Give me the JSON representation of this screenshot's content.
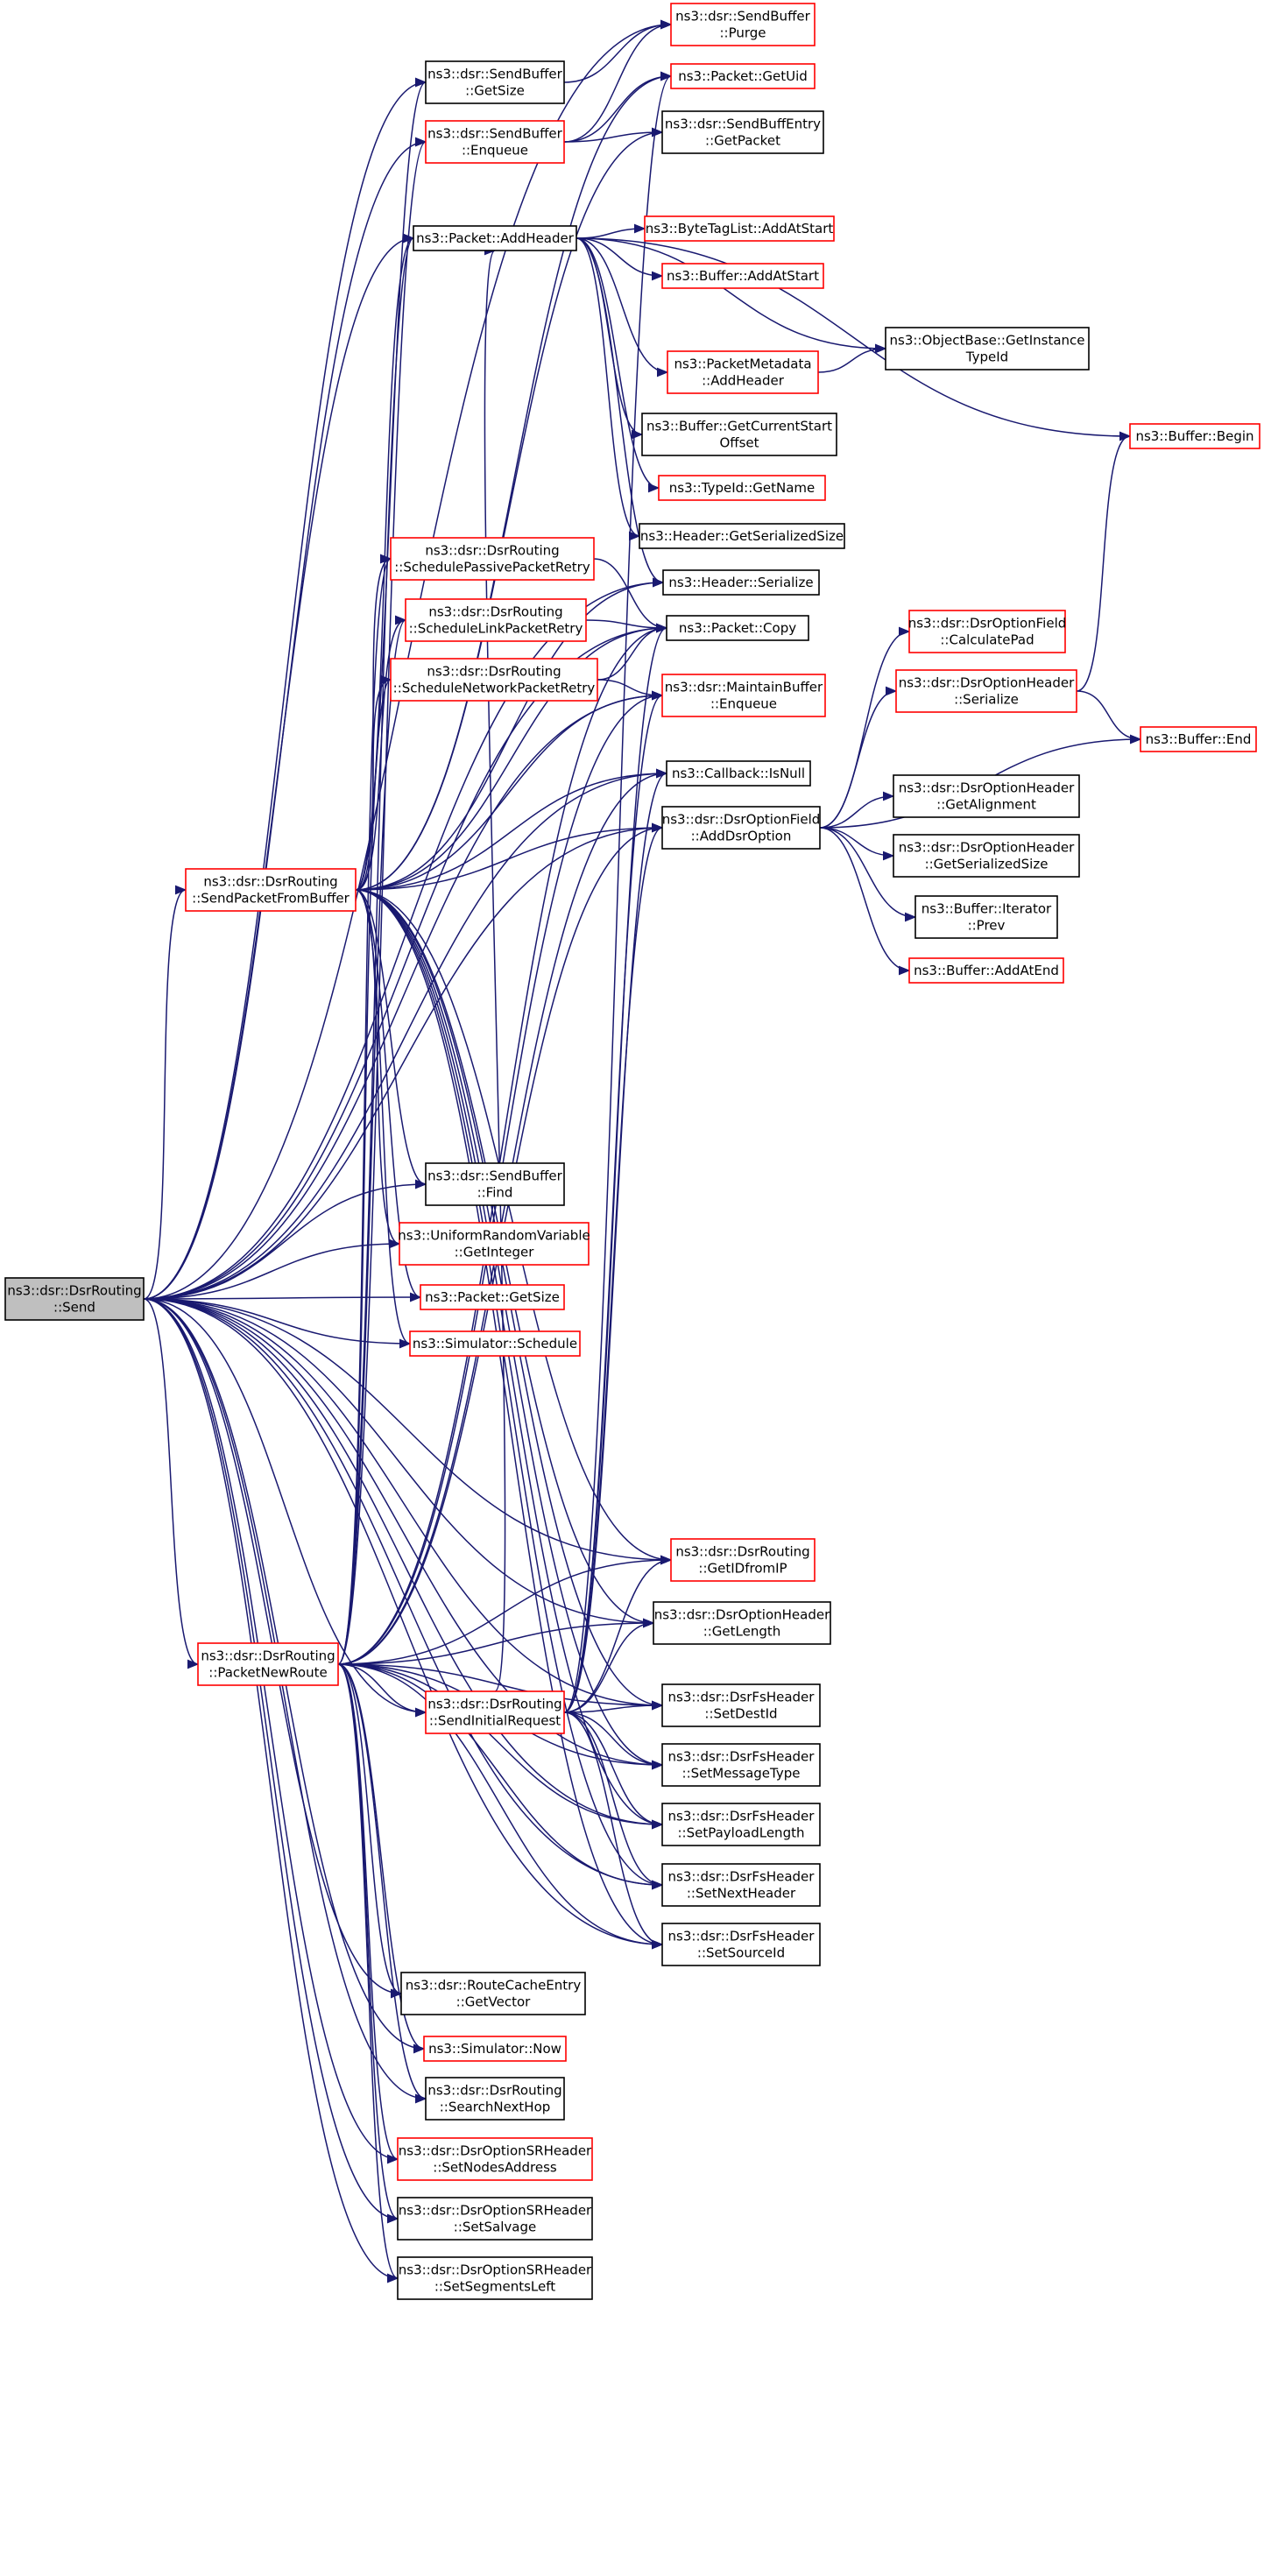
{
  "diagram": {
    "colors": {
      "edge": "#191970",
      "linked_border": "#ff0000",
      "plain_border": "#000000",
      "root_fill": "#bfbfbf"
    },
    "nodes": [
      {
        "id": "send",
        "lines": [
          "ns3::dsr::DsrRouting",
          "::Send"
        ],
        "style": "root"
      },
      {
        "id": "sb_getsize",
        "lines": [
          "ns3::dsr::SendBuffer",
          "::GetSize"
        ],
        "style": "plain"
      },
      {
        "id": "sb_purge",
        "lines": [
          "ns3::dsr::SendBuffer",
          "::Purge"
        ],
        "style": "red"
      },
      {
        "id": "pkt_getuid",
        "lines": [
          "ns3::Packet::GetUid"
        ],
        "style": "red"
      },
      {
        "id": "sb_enqueue",
        "lines": [
          "ns3::dsr::SendBuffer",
          "::Enqueue"
        ],
        "style": "red"
      },
      {
        "id": "sbe_getpacket",
        "lines": [
          "ns3::dsr::SendBuffEntry",
          "::GetPacket"
        ],
        "style": "plain"
      },
      {
        "id": "pkt_addheader",
        "lines": [
          "ns3::Packet::AddHeader"
        ],
        "style": "plain"
      },
      {
        "id": "btl_addatstart",
        "lines": [
          "ns3::ByteTagList::AddAtStart"
        ],
        "style": "red"
      },
      {
        "id": "buf_addatstart",
        "lines": [
          "ns3::Buffer::AddAtStart"
        ],
        "style": "red"
      },
      {
        "id": "ob_getinstancetypeid",
        "lines": [
          "ns3::ObjectBase::GetInstance",
          "TypeId"
        ],
        "style": "plain"
      },
      {
        "id": "pm_addheader",
        "lines": [
          "ns3::PacketMetadata",
          "::AddHeader"
        ],
        "style": "red"
      },
      {
        "id": "buf_begin",
        "lines": [
          "ns3::Buffer::Begin"
        ],
        "style": "red"
      },
      {
        "id": "buf_getcurrentstartoffset",
        "lines": [
          "ns3::Buffer::GetCurrentStart",
          "Offset"
        ],
        "style": "plain"
      },
      {
        "id": "typeid_getname",
        "lines": [
          "ns3::TypeId::GetName"
        ],
        "style": "red"
      },
      {
        "id": "hdr_getserializedsize",
        "lines": [
          "ns3::Header::GetSerializedSize"
        ],
        "style": "plain"
      },
      {
        "id": "schedule_passive",
        "lines": [
          "ns3::dsr::DsrRouting",
          "::SchedulePassivePacketRetry"
        ],
        "style": "red"
      },
      {
        "id": "hdr_serialize",
        "lines": [
          "ns3::Header::Serialize"
        ],
        "style": "plain"
      },
      {
        "id": "schedule_link",
        "lines": [
          "ns3::dsr::DsrRouting",
          "::ScheduleLinkPacketRetry"
        ],
        "style": "red"
      },
      {
        "id": "pkt_copy",
        "lines": [
          "ns3::Packet::Copy"
        ],
        "style": "plain"
      },
      {
        "id": "dof_calculatepad",
        "lines": [
          "ns3::dsr::DsrOptionField",
          "::CalculatePad"
        ],
        "style": "red"
      },
      {
        "id": "schedule_network",
        "lines": [
          "ns3::dsr::DsrRouting",
          "::ScheduleNetworkPacketRetry"
        ],
        "style": "red"
      },
      {
        "id": "mb_enqueue",
        "lines": [
          "ns3::dsr::MaintainBuffer",
          "::Enqueue"
        ],
        "style": "red"
      },
      {
        "id": "doh_serialize",
        "lines": [
          "ns3::dsr::DsrOptionHeader",
          "::Serialize"
        ],
        "style": "red"
      },
      {
        "id": "buf_end",
        "lines": [
          "ns3::Buffer::End"
        ],
        "style": "red"
      },
      {
        "id": "cb_isnull",
        "lines": [
          "ns3::Callback::IsNull"
        ],
        "style": "plain"
      },
      {
        "id": "doh_getalignment",
        "lines": [
          "ns3::dsr::DsrOptionHeader",
          "::GetAlignment"
        ],
        "style": "plain"
      },
      {
        "id": "dof_adddsroption",
        "lines": [
          "ns3::dsr::DsrOptionField",
          "::AddDsrOption"
        ],
        "style": "plain"
      },
      {
        "id": "doh_getserializedsize",
        "lines": [
          "ns3::dsr::DsrOptionHeader",
          "::GetSerializedSize"
        ],
        "style": "plain"
      },
      {
        "id": "send_from_buffer",
        "lines": [
          "ns3::dsr::DsrRouting",
          "::SendPacketFromBuffer"
        ],
        "style": "red"
      },
      {
        "id": "bi_prev",
        "lines": [
          "ns3::Buffer::Iterator",
          "::Prev"
        ],
        "style": "plain"
      },
      {
        "id": "buf_addatend",
        "lines": [
          "ns3::Buffer::AddAtEnd"
        ],
        "style": "red"
      },
      {
        "id": "sb_find",
        "lines": [
          "ns3::dsr::SendBuffer",
          "::Find"
        ],
        "style": "plain"
      },
      {
        "id": "urv_getinteger",
        "lines": [
          "ns3::UniformRandomVariable",
          "::GetInteger"
        ],
        "style": "red"
      },
      {
        "id": "pkt_getsize",
        "lines": [
          "ns3::Packet::GetSize"
        ],
        "style": "red"
      },
      {
        "id": "sim_schedule",
        "lines": [
          "ns3::Simulator::Schedule"
        ],
        "style": "red"
      },
      {
        "id": "dsr_getidfromip",
        "lines": [
          "ns3::dsr::DsrRouting",
          "::GetIDfromIP"
        ],
        "style": "red"
      },
      {
        "id": "doh_getlength",
        "lines": [
          "ns3::dsr::DsrOptionHeader",
          "::GetLength"
        ],
        "style": "plain"
      },
      {
        "id": "packet_new_route",
        "lines": [
          "ns3::dsr::DsrRouting",
          "::PacketNewRoute"
        ],
        "style": "red"
      },
      {
        "id": "send_initial_request",
        "lines": [
          "ns3::dsr::DsrRouting",
          "::SendInitialRequest"
        ],
        "style": "red"
      },
      {
        "id": "fs_setdestid",
        "lines": [
          "ns3::dsr::DsrFsHeader",
          "::SetDestId"
        ],
        "style": "plain"
      },
      {
        "id": "fs_setmessagetype",
        "lines": [
          "ns3::dsr::DsrFsHeader",
          "::SetMessageType"
        ],
        "style": "plain"
      },
      {
        "id": "fs_setpayloadlength",
        "lines": [
          "ns3::dsr::DsrFsHeader",
          "::SetPayloadLength"
        ],
        "style": "plain"
      },
      {
        "id": "fs_setnextheader",
        "lines": [
          "ns3::dsr::DsrFsHeader",
          "::SetNextHeader"
        ],
        "style": "plain"
      },
      {
        "id": "fs_setsourceid",
        "lines": [
          "ns3::dsr::DsrFsHeader",
          "::SetSourceId"
        ],
        "style": "plain"
      },
      {
        "id": "rce_getvector",
        "lines": [
          "ns3::dsr::RouteCacheEntry",
          "::GetVector"
        ],
        "style": "plain"
      },
      {
        "id": "sim_now",
        "lines": [
          "ns3::Simulator::Now"
        ],
        "style": "red"
      },
      {
        "id": "dsr_searchnexthop",
        "lines": [
          "ns3::dsr::DsrRouting",
          "::SearchNextHop"
        ],
        "style": "plain"
      },
      {
        "id": "dosr_setnodesaddress",
        "lines": [
          "ns3::dsr::DsrOptionSRHeader",
          "::SetNodesAddress"
        ],
        "style": "red"
      },
      {
        "id": "dosr_setsalvage",
        "lines": [
          "ns3::dsr::DsrOptionSRHeader",
          "::SetSalvage"
        ],
        "style": "plain"
      },
      {
        "id": "dosr_setsegmentsleft",
        "lines": [
          "ns3::dsr::DsrOptionSRHeader",
          "::SetSegmentsLeft"
        ],
        "style": "plain"
      }
    ],
    "edges": [
      [
        "send",
        "sb_getsize"
      ],
      [
        "send",
        "sb_purge"
      ],
      [
        "send",
        "sb_enqueue"
      ],
      [
        "send",
        "pkt_addheader"
      ],
      [
        "send",
        "send_from_buffer"
      ],
      [
        "send",
        "sb_find"
      ],
      [
        "send",
        "urv_getinteger"
      ],
      [
        "send",
        "pkt_getsize"
      ],
      [
        "send",
        "sim_schedule"
      ],
      [
        "send",
        "doh_getlength"
      ],
      [
        "send",
        "packet_new_route"
      ],
      [
        "send",
        "send_initial_request"
      ],
      [
        "send",
        "fs_setdestid"
      ],
      [
        "send",
        "fs_setmessagetype"
      ],
      [
        "send",
        "fs_setpayloadlength"
      ],
      [
        "send",
        "fs_setnextheader"
      ],
      [
        "send",
        "fs_setsourceid"
      ],
      [
        "send",
        "rce_getvector"
      ],
      [
        "send",
        "sim_now"
      ],
      [
        "send",
        "dsr_searchnexthop"
      ],
      [
        "send",
        "dosr_setnodesaddress"
      ],
      [
        "send",
        "dosr_setsalvage"
      ],
      [
        "send",
        "dosr_setsegmentsleft"
      ],
      [
        "send",
        "dof_adddsroption"
      ],
      [
        "send",
        "pkt_copy"
      ],
      [
        "send",
        "mb_enqueue"
      ],
      [
        "send",
        "cb_isnull"
      ],
      [
        "send",
        "hdr_serialize"
      ],
      [
        "send",
        "dsr_getidfromip"
      ],
      [
        "sb_getsize",
        "sb_purge"
      ],
      [
        "sb_enqueue",
        "pkt_getuid"
      ],
      [
        "sb_enqueue",
        "sbe_getpacket"
      ],
      [
        "sb_enqueue",
        "sb_purge"
      ],
      [
        "pkt_addheader",
        "btl_addatstart"
      ],
      [
        "pkt_addheader",
        "buf_addatstart"
      ],
      [
        "pkt_addheader",
        "ob_getinstancetypeid"
      ],
      [
        "pkt_addheader",
        "pm_addheader"
      ],
      [
        "pkt_addheader",
        "buf_begin"
      ],
      [
        "pkt_addheader",
        "buf_getcurrentstartoffset"
      ],
      [
        "pkt_addheader",
        "typeid_getname"
      ],
      [
        "pkt_addheader",
        "hdr_getserializedsize"
      ],
      [
        "pkt_addheader",
        "hdr_serialize"
      ],
      [
        "pm_addheader",
        "ob_getinstancetypeid"
      ],
      [
        "send_from_buffer",
        "sb_getsize"
      ],
      [
        "send_from_buffer",
        "pkt_getuid"
      ],
      [
        "send_from_buffer",
        "sbe_getpacket"
      ],
      [
        "send_from_buffer",
        "pkt_addheader"
      ],
      [
        "send_from_buffer",
        "schedule_passive"
      ],
      [
        "send_from_buffer",
        "schedule_link"
      ],
      [
        "send_from_buffer",
        "schedule_network"
      ],
      [
        "send_from_buffer",
        "pkt_copy"
      ],
      [
        "send_from_buffer",
        "mb_enqueue"
      ],
      [
        "send_from_buffer",
        "cb_isnull"
      ],
      [
        "send_from_buffer",
        "dof_adddsroption"
      ],
      [
        "send_from_buffer",
        "sb_find"
      ],
      [
        "send_from_buffer",
        "urv_getinteger"
      ],
      [
        "send_from_buffer",
        "pkt_getsize"
      ],
      [
        "send_from_buffer",
        "sim_schedule"
      ],
      [
        "send_from_buffer",
        "dsr_getidfromip"
      ],
      [
        "send_from_buffer",
        "doh_getlength"
      ],
      [
        "send_from_buffer",
        "fs_setdestid"
      ],
      [
        "send_from_buffer",
        "fs_setmessagetype"
      ],
      [
        "send_from_buffer",
        "fs_setpayloadlength"
      ],
      [
        "send_from_buffer",
        "fs_setnextheader"
      ],
      [
        "send_from_buffer",
        "fs_setsourceid"
      ],
      [
        "send_from_buffer",
        "hdr_serialize"
      ],
      [
        "schedule_passive",
        "pkt_copy"
      ],
      [
        "schedule_link",
        "pkt_copy"
      ],
      [
        "schedule_network",
        "pkt_copy"
      ],
      [
        "schedule_network",
        "mb_enqueue"
      ],
      [
        "dof_adddsroption",
        "dof_calculatepad"
      ],
      [
        "dof_adddsroption",
        "doh_serialize"
      ],
      [
        "dof_adddsroption",
        "buf_end"
      ],
      [
        "dof_adddsroption",
        "doh_getalignment"
      ],
      [
        "dof_adddsroption",
        "doh_getserializedsize"
      ],
      [
        "dof_adddsroption",
        "bi_prev"
      ],
      [
        "dof_adddsroption",
        "buf_addatend"
      ],
      [
        "doh_serialize",
        "buf_begin"
      ],
      [
        "doh_serialize",
        "buf_end"
      ],
      [
        "packet_new_route",
        "sb_enqueue"
      ],
      [
        "packet_new_route",
        "pkt_addheader"
      ],
      [
        "packet_new_route",
        "pkt_copy"
      ],
      [
        "packet_new_route",
        "schedule_passive"
      ],
      [
        "packet_new_route",
        "schedule_link"
      ],
      [
        "packet_new_route",
        "schedule_network"
      ],
      [
        "packet_new_route",
        "mb_enqueue"
      ],
      [
        "packet_new_route",
        "cb_isnull"
      ],
      [
        "packet_new_route",
        "dof_adddsroption"
      ],
      [
        "packet_new_route",
        "dsr_getidfromip"
      ],
      [
        "packet_new_route",
        "doh_getlength"
      ],
      [
        "packet_new_route",
        "send_initial_request"
      ],
      [
        "packet_new_route",
        "fs_setdestid"
      ],
      [
        "packet_new_route",
        "fs_setmessagetype"
      ],
      [
        "packet_new_route",
        "fs_setpayloadlength"
      ],
      [
        "packet_new_route",
        "fs_setnextheader"
      ],
      [
        "packet_new_route",
        "fs_setsourceid"
      ],
      [
        "packet_new_route",
        "rce_getvector"
      ],
      [
        "packet_new_route",
        "sim_now"
      ],
      [
        "packet_new_route",
        "dsr_searchnexthop"
      ],
      [
        "packet_new_route",
        "dosr_setnodesaddress"
      ],
      [
        "packet_new_route",
        "dosr_setsalvage"
      ],
      [
        "packet_new_route",
        "dosr_setsegmentsleft"
      ],
      [
        "send_initial_request",
        "pkt_getuid"
      ],
      [
        "send_initial_request",
        "pkt_addheader"
      ],
      [
        "send_initial_request",
        "pkt_copy"
      ],
      [
        "send_initial_request",
        "mb_enqueue"
      ],
      [
        "send_initial_request",
        "cb_isnull"
      ],
      [
        "send_initial_request",
        "dof_adddsroption"
      ],
      [
        "send_initial_request",
        "dsr_getidfromip"
      ],
      [
        "send_initial_request",
        "doh_getlength"
      ],
      [
        "send_initial_request",
        "fs_setdestid"
      ],
      [
        "send_initial_request",
        "fs_setmessagetype"
      ],
      [
        "send_initial_request",
        "fs_setpayloadlength"
      ],
      [
        "send_initial_request",
        "fs_setnextheader"
      ],
      [
        "send_initial_request",
        "fs_setsourceid"
      ]
    ]
  }
}
